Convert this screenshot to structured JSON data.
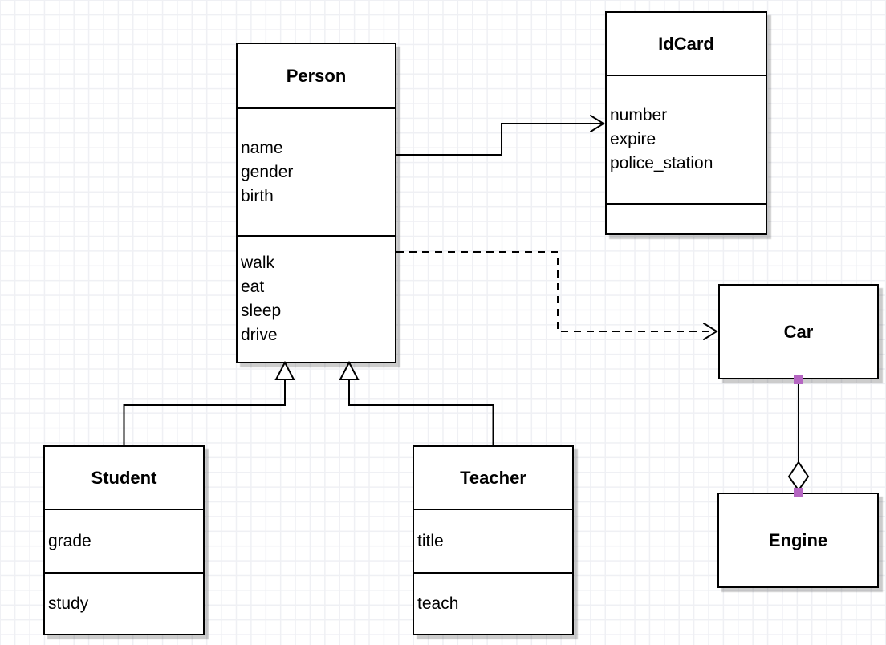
{
  "diagram": {
    "type": "uml-class-diagram",
    "classes": {
      "person": {
        "title": "Person",
        "attributes": [
          "name",
          "gender",
          "birth"
        ],
        "methods": [
          "walk",
          "eat",
          "sleep",
          "drive"
        ]
      },
      "idcard": {
        "title": "IdCard",
        "attributes": [
          "number",
          "expire",
          "police_station"
        ],
        "methods": []
      },
      "car": {
        "title": "Car",
        "attributes": [],
        "methods": []
      },
      "engine": {
        "title": "Engine",
        "attributes": [],
        "methods": []
      },
      "student": {
        "title": "Student",
        "attributes": [
          "grade"
        ],
        "methods": [
          "study"
        ]
      },
      "teacher": {
        "title": "Teacher",
        "attributes": [
          "title"
        ],
        "methods": [
          "teach"
        ]
      }
    },
    "relationships": [
      {
        "type": "association",
        "from": "Person",
        "to": "IdCard",
        "line": "solid",
        "head": "open-arrow"
      },
      {
        "type": "dependency",
        "from": "Person",
        "to": "Car",
        "line": "dashed",
        "head": "open-arrow"
      },
      {
        "type": "generalization",
        "from": "Student",
        "to": "Person",
        "line": "solid",
        "head": "hollow-triangle"
      },
      {
        "type": "generalization",
        "from": "Teacher",
        "to": "Person",
        "line": "solid",
        "head": "hollow-triangle"
      },
      {
        "type": "aggregation",
        "from": "Car",
        "to": "Engine",
        "line": "solid",
        "head": "hollow-diamond"
      }
    ],
    "colors": {
      "stroke": "#000000",
      "shape_fill": "#ffffff",
      "grid_line": "#eff0f4",
      "shadow": "rgba(0,0,0,0.20)",
      "connection_point": "#b566c2"
    }
  }
}
